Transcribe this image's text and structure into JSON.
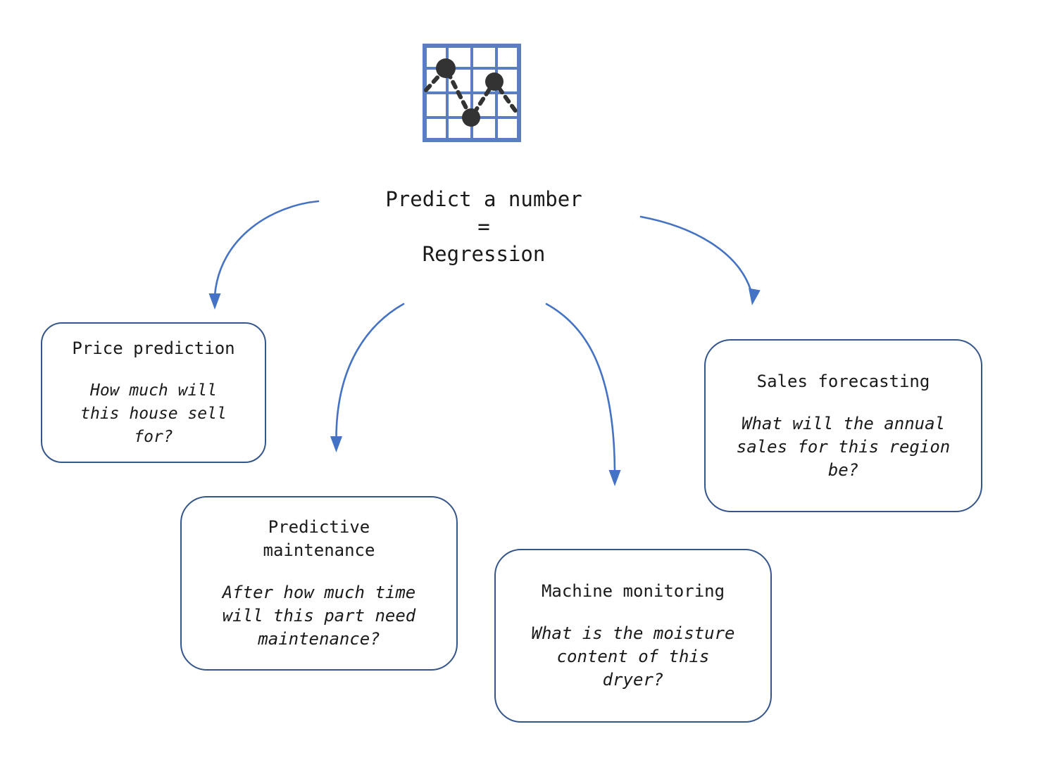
{
  "title": {
    "text": "Predict a number\n=\nRegression"
  },
  "icon": {
    "name": "scatter-chart-icon"
  },
  "nodes": [
    {
      "heading": "Price prediction",
      "question": "How much will\nthis house sell\nfor?"
    },
    {
      "heading": "Predictive\nmaintenance",
      "question": "After how much time\nwill this part need\nmaintenance?"
    },
    {
      "heading": "Machine monitoring",
      "question": "What is the moisture\ncontent of this\ndryer?"
    },
    {
      "heading": "Sales forecasting",
      "question": "What will the annual\nsales for this region\nbe?"
    }
  ],
  "colors": {
    "arrow": "#4472C4",
    "box_border": "#34558B",
    "text": "#1a1a1a",
    "icon_grid": "#5b7ec3",
    "icon_dot": "#333333",
    "background": "#ffffff"
  }
}
